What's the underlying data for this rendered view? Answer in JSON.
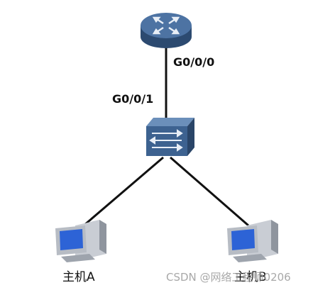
{
  "diagram": {
    "router": {
      "name": "router-icon"
    },
    "switch": {
      "name": "switch-icon"
    },
    "hosts": [
      {
        "label": "主机A"
      },
      {
        "label": "主机B"
      }
    ],
    "ports": {
      "router_port": "G0/0/0",
      "switch_port": "G0/0/1"
    },
    "watermark": "CSDN @网络工程师0206",
    "colors": {
      "device_blue": "#3a5f8a",
      "device_light": "#6b8fba",
      "link": "#111111"
    }
  }
}
